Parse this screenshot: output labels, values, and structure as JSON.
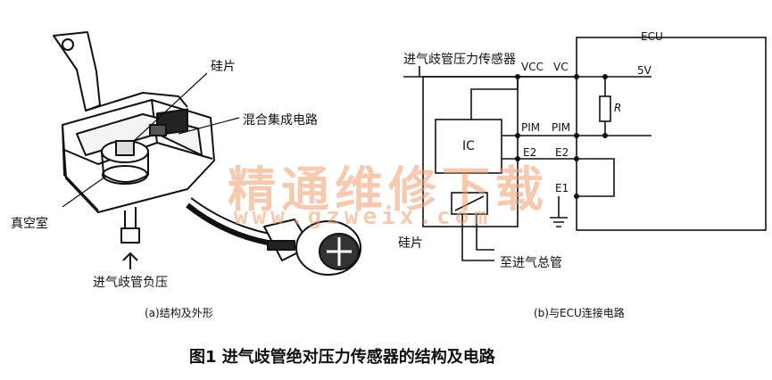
{
  "left_panel": {
    "caption": "(a)结构及外形",
    "labels": {
      "silicon_chip": "硅片",
      "hybrid_ic": "混合集成电路",
      "vacuum_chamber": "真空室",
      "intake_pressure": "进气歧管负压"
    }
  },
  "right_panel": {
    "caption": "(b)与ECU连接电路",
    "labels": {
      "ecu": "ECU",
      "sensor": "进气歧管压力传感器",
      "vcc": "VCC",
      "vc": "VC",
      "five_v": "5V",
      "r": "R",
      "pim_left": "PIM",
      "pim_right": "PIM",
      "ic": "IC",
      "e2_left": "E2",
      "e2_right": "E2",
      "e1": "E1",
      "silicon_chip": "硅片",
      "to_intake": "至进气总管"
    }
  },
  "watermark": {
    "text": "精通维修下载",
    "url": "www.gzweix.com"
  },
  "figure_title": "图1  进气歧管绝对压力传感器的结构及电路"
}
